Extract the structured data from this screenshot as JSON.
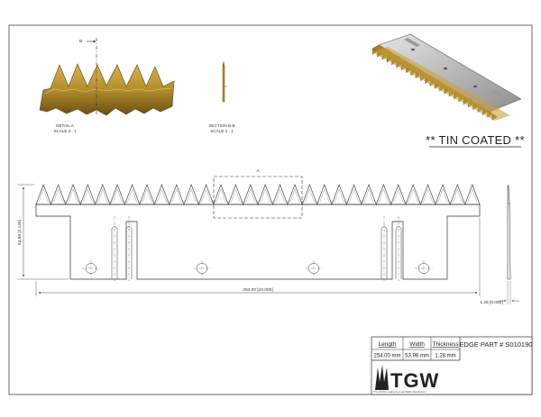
{
  "labels": {
    "section_marker": "B",
    "detail_title": "DETAIL  A",
    "detail_scale": "SCALE 2 : 1",
    "section_title": "SECTION B-B",
    "section_scale": "SCALE 2 : 1",
    "coating": "** TIN COATED **",
    "detail_marker": "A"
  },
  "dimensions": {
    "height": "53.98 [2.125]",
    "length": "254.00 [10.000]",
    "thickness": "1.28 [0.050]"
  },
  "title_block": {
    "length_label": "Length",
    "length_value": "254.00 mm",
    "width_label": "Width",
    "width_value": "53.98 mm",
    "thickness_label": "Thickness",
    "thickness_value": "1.28 mm",
    "part_number": "EDGE PART # S010190",
    "logo_text": "TGW",
    "logo_tagline": "The World's Leading Serrated Blade Manufacturer"
  },
  "colors": {
    "blade_gold": "#b8912f",
    "blade_dark": "#6b4f12",
    "line": "#333333"
  }
}
